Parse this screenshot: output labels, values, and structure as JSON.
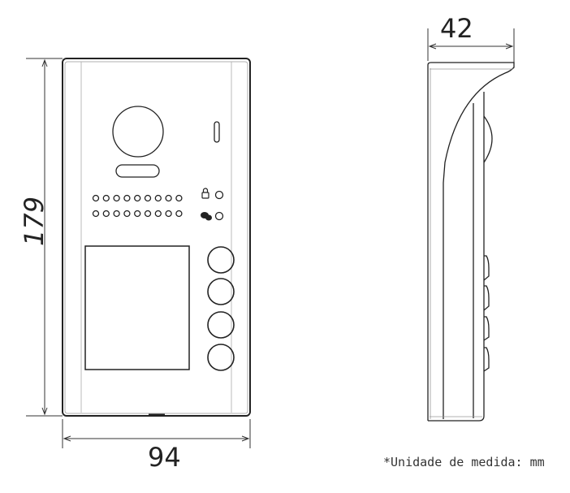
{
  "dimensions": {
    "height": "179",
    "width": "94",
    "depth": "42"
  },
  "note": "*Unidade de medida: mm",
  "front_view": {
    "speaker_rows": 2,
    "speaker_holes_per_row": 9,
    "call_buttons": 4,
    "indicators": [
      "lock-icon",
      "talk-icon"
    ]
  },
  "side_view": {
    "call_buttons": 4
  }
}
